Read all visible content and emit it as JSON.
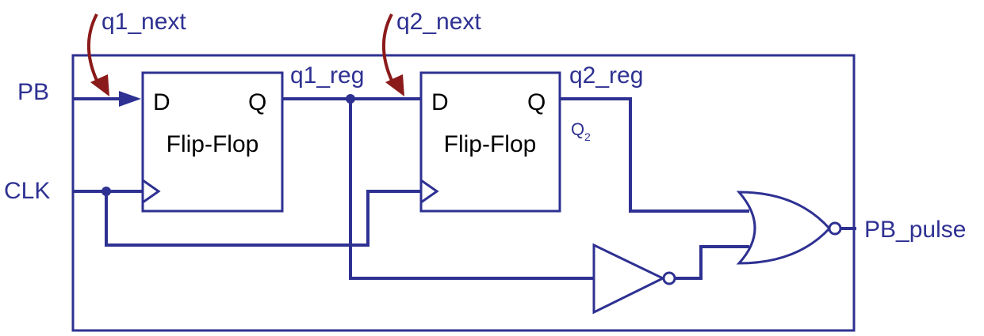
{
  "labels": {
    "q1_next": "q1_next",
    "q2_next": "q2_next",
    "pb": "PB",
    "clk": "CLK",
    "q1_reg": "q1_reg",
    "q2_reg": "q2_reg",
    "q2_main": "Q",
    "q2_sub": "2",
    "pb_pulse": "PB_pulse"
  },
  "flipflops": [
    {
      "name": "Flip-Flop",
      "d": "D",
      "q": "Q"
    },
    {
      "name": "Flip-Flop",
      "d": "D",
      "q": "Q"
    }
  ],
  "colors": {
    "wire": "#2e3192",
    "pointer": "#8b1a1a",
    "text": "#000000"
  }
}
